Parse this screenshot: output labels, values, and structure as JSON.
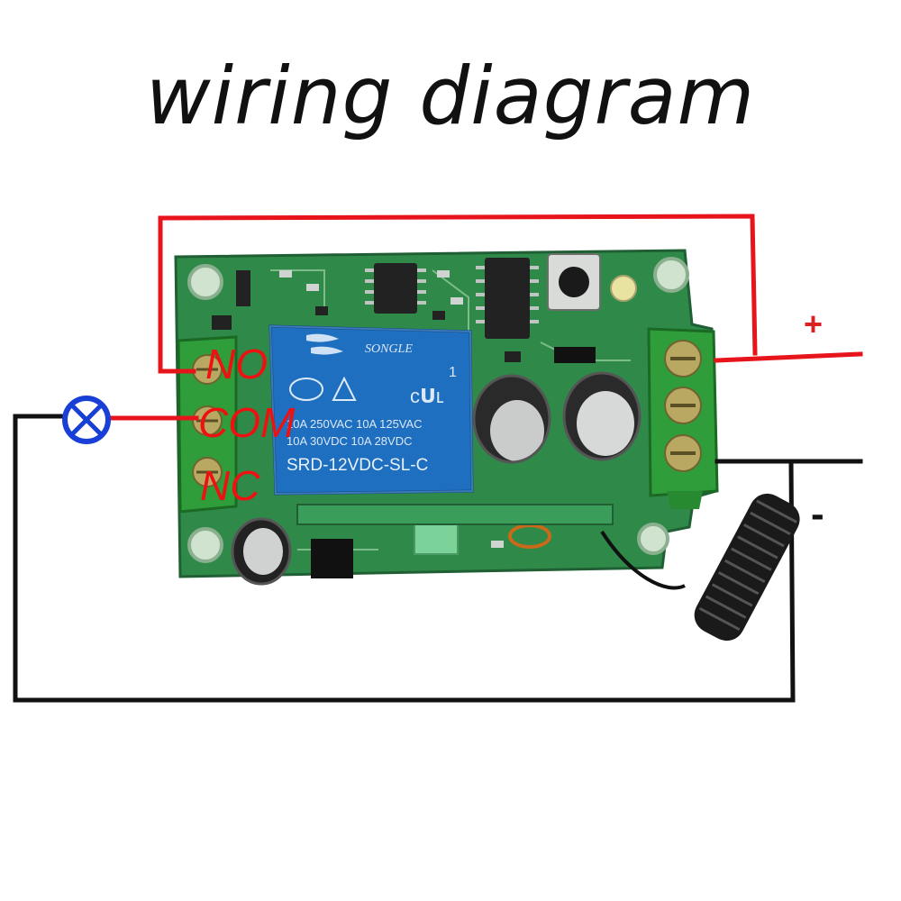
{
  "title": "wiring diagram",
  "terminals": {
    "no": "NO",
    "com": "COM",
    "nc": "NC"
  },
  "polarity": {
    "positive": "+",
    "negative": "-"
  },
  "relay": {
    "brand": "SONGLE",
    "rating_1": "10A 250VAC  10A 125VAC",
    "rating_2": "10A  30VDC  10A  28VDC",
    "model": "SRD-12VDC-SL-C",
    "mark": "1"
  },
  "colors": {
    "positive_wire": "#e8141c",
    "negative_wire": "#111111",
    "load_wire": "#e8141c",
    "pcb": "#2f8a4a",
    "relay": "#1f6fc0",
    "terminal_block": "#2f9e3a",
    "lamp": "#1a3fd6"
  },
  "icons": {
    "lamp": "lamp-icon",
    "antenna": "spring-antenna-icon"
  }
}
